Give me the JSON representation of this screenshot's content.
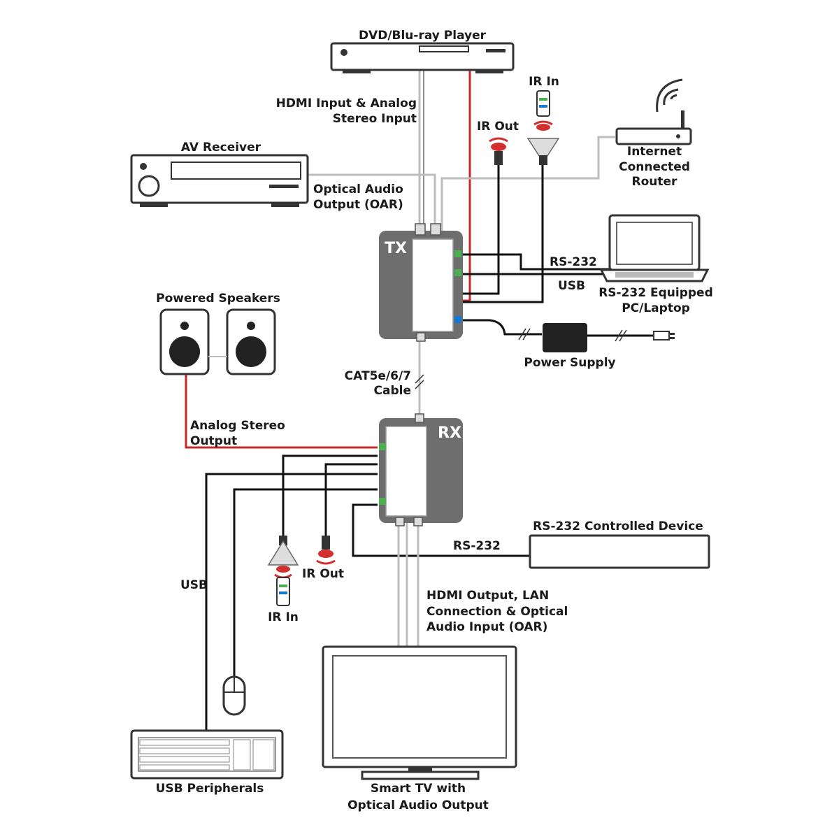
{
  "labels": {
    "dvd": "DVD/Blu-ray Player",
    "hdmi_in_1": "HDMI Input & Analog",
    "hdmi_in_2": "Stereo Input",
    "ir_in_top": "IR In",
    "ir_out_top": "IR Out",
    "router_1": "Internet",
    "router_2": "Connected",
    "router_3": "Router",
    "av_receiver": "AV Receiver",
    "oar_1": "Optical Audio",
    "oar_2": "Output (OAR)",
    "tx": "TX",
    "rs232_top": "RS-232",
    "usb_top": "USB",
    "pc_1": "RS-232 Equipped",
    "pc_2": "PC/Laptop",
    "speakers": "Powered Speakers",
    "power_supply": "Power Supply",
    "cat_1": "CAT5e/6/7",
    "cat_2": "Cable",
    "analog_1": "Analog Stereo",
    "analog_2": "Output",
    "rx": "RX",
    "rs232_device": "RS-232 Controlled Device",
    "rs232_bottom": "RS-232",
    "usb_left": "USB",
    "ir_out_bottom": "IR Out",
    "ir_in_bottom": "IR In",
    "hdmi_out_1": "HDMI Output, LAN",
    "hdmi_out_2": "Connection & Optical",
    "hdmi_out_3": "Audio Input (OAR)",
    "usb_peripherals": "USB Peripherals",
    "tv_1": "Smart TV with",
    "tv_2": "Optical Audio Output"
  },
  "colors": {
    "unit_gray": "#6e6e6e",
    "cable_red": "#c62828",
    "ir_red": "#d32f2f"
  }
}
